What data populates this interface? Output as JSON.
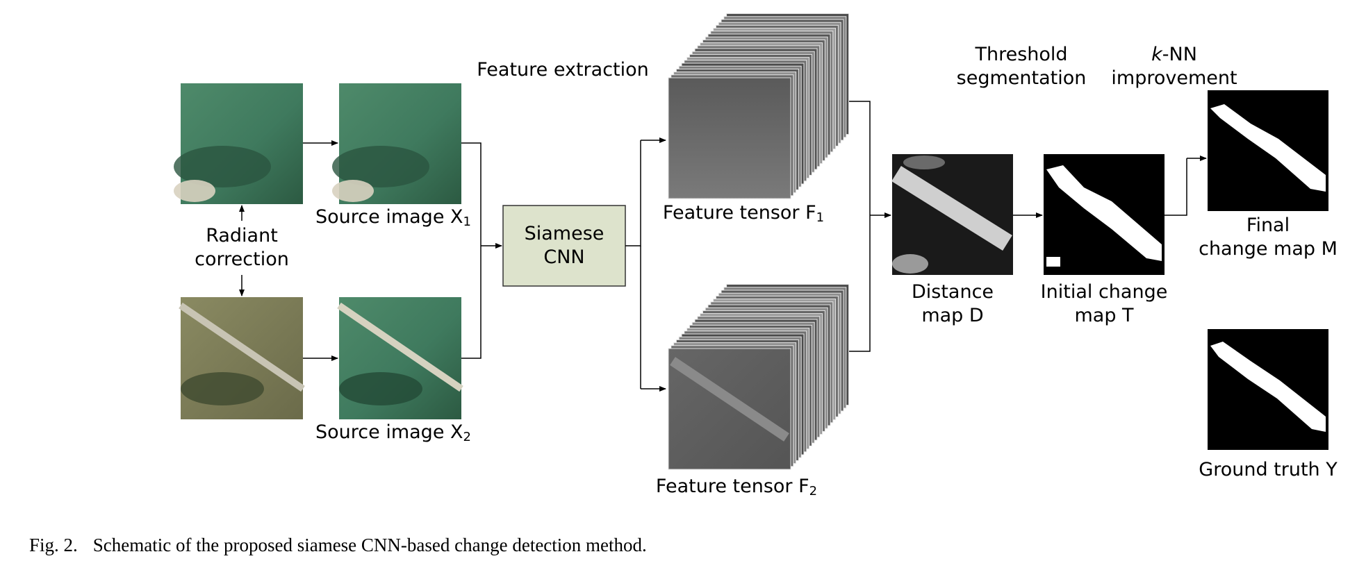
{
  "labels": {
    "radiant_correction": "Radiant\ncorrection",
    "source_image_1": "Source image X",
    "source_image_1_sub": "1",
    "source_image_2": "Source image X",
    "source_image_2_sub": "2",
    "siamese_cnn": "Siamese\nCNN",
    "feature_extraction": "Feature extraction",
    "feature_tensor_1": "Feature tensor F",
    "feature_tensor_1_sub": "1",
    "feature_tensor_2": "Feature tensor F",
    "feature_tensor_2_sub": "2",
    "threshold_segmentation": "Threshold\nsegmentation",
    "knn_k": "k",
    "knn_rest": "-NN",
    "knn_improvement": "improvement",
    "distance_map": "Distance\nmap D",
    "initial_change_map": "Initial change\nmap T",
    "final_change_map": "Final\nchange map M",
    "ground_truth": "Ground truth Y"
  },
  "caption": {
    "figure_number": "Fig. 2.",
    "text": "Schematic of the proposed siamese CNN-based change detection method."
  },
  "colors": {
    "siamese_box_fill": "#dde3cc",
    "green_image": "#3f7a5e",
    "olive_image": "#8a8a60",
    "tensor_front": "#6a6a6a",
    "tensor_layers": "#4a4a4a"
  }
}
